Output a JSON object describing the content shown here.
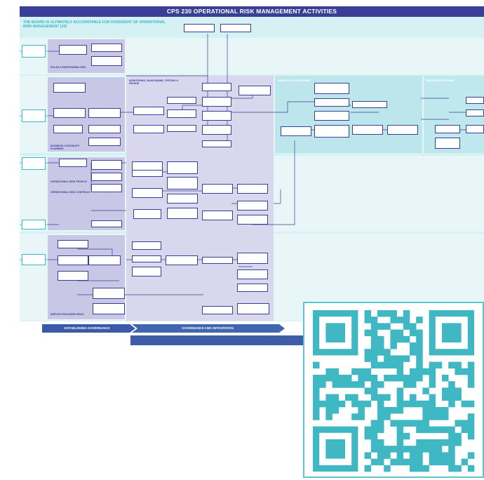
{
  "title": "CPS 230 OPERATIONAL RISK MANAGEMENT ACTIVITIES",
  "board_statement": "THE BOARD IS ULTIMATELY ACCOUNTABLE FOR OVERSIGHT OF OPERATIONAL RISK MANAGEMENT [20]",
  "sections": {
    "roles": "ROLES & RESPONSIBILITIES",
    "bcp": "BUSINESS CONTINUITY PLANNING",
    "monitoring": "MONITORING, MAINTAINING, TESTING & REVIEW",
    "disruption": "DISRUPTION OR INCIDENT",
    "recovery": "RESPONSE & RESUME",
    "risk_profile": "OPERATIONAL RISK PROFILE",
    "risk_controls": "OPERATIONAL RISK CONTROLS",
    "service_providers": "SERVICE PROVIDER RISKS"
  },
  "phases": {
    "establishing": "ESTABLISHING GOVERNANCE",
    "governance": "GOVERNANCE AND ANTICIPATION"
  },
  "colors": {
    "navy": "#3a3f95",
    "teal": "#35b8c4",
    "qr_teal": "#3fb8c3"
  },
  "icons": {
    "qr": "qr-code-icon"
  }
}
